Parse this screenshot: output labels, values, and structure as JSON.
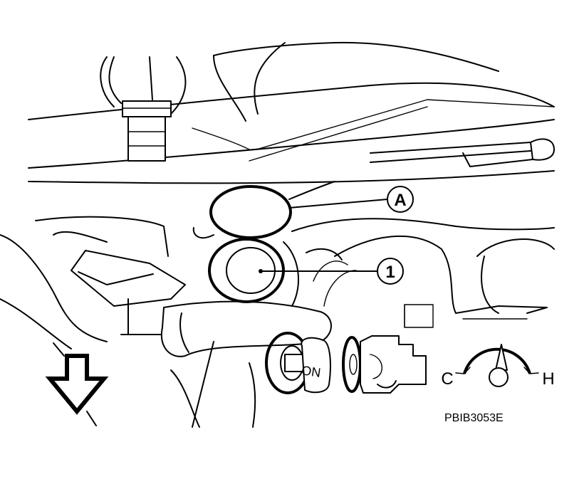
{
  "callouts": {
    "a": "A",
    "one": "1"
  },
  "ignition_key": {
    "label": "ON"
  },
  "temp_gauge": {
    "cold": "C",
    "hot": "H"
  },
  "figure_code": "PBIB3053E"
}
